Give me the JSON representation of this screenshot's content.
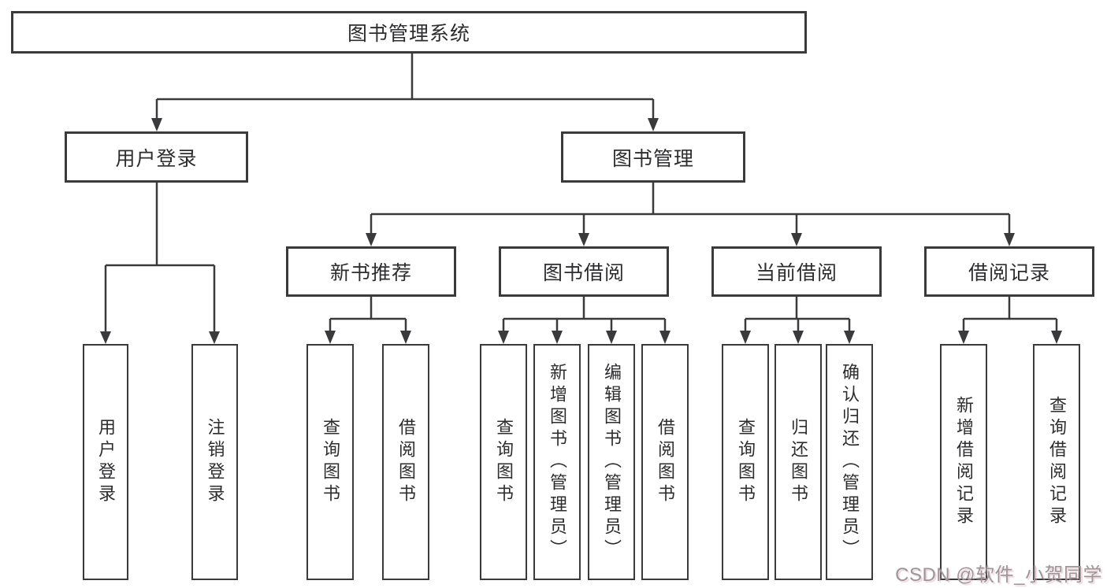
{
  "colors": {
    "line": "#3a3a3c",
    "text": "#2d2d2f",
    "box_bg": "#ffffff",
    "background": "#ffffff",
    "watermark": "#98989a"
  },
  "watermark": {
    "text": "CSDN @软件_小贺同学"
  },
  "tree": {
    "root": {
      "label": "图书管理系统"
    },
    "branches": [
      {
        "label": "用户登录",
        "children": [
          {
            "label": "用户登录"
          },
          {
            "label": "注销登录"
          }
        ]
      },
      {
        "label": "图书管理",
        "children": [
          {
            "label": "新书推荐",
            "children": [
              {
                "label": "查询图书"
              },
              {
                "label": "借阅图书"
              }
            ]
          },
          {
            "label": "图书借阅",
            "children": [
              {
                "label": "查询图书"
              },
              {
                "label": "新增图书（管理员）"
              },
              {
                "label": "编辑图书（管理员）"
              },
              {
                "label": "借阅图书"
              }
            ]
          },
          {
            "label": "当前借阅",
            "children": [
              {
                "label": "查询图书"
              },
              {
                "label": "归还图书"
              },
              {
                "label": "确认归还（管理员）"
              }
            ]
          },
          {
            "label": "借阅记录",
            "children": [
              {
                "label": "新增借阅记录"
              },
              {
                "label": "查询借阅记录"
              }
            ]
          }
        ]
      }
    ]
  }
}
